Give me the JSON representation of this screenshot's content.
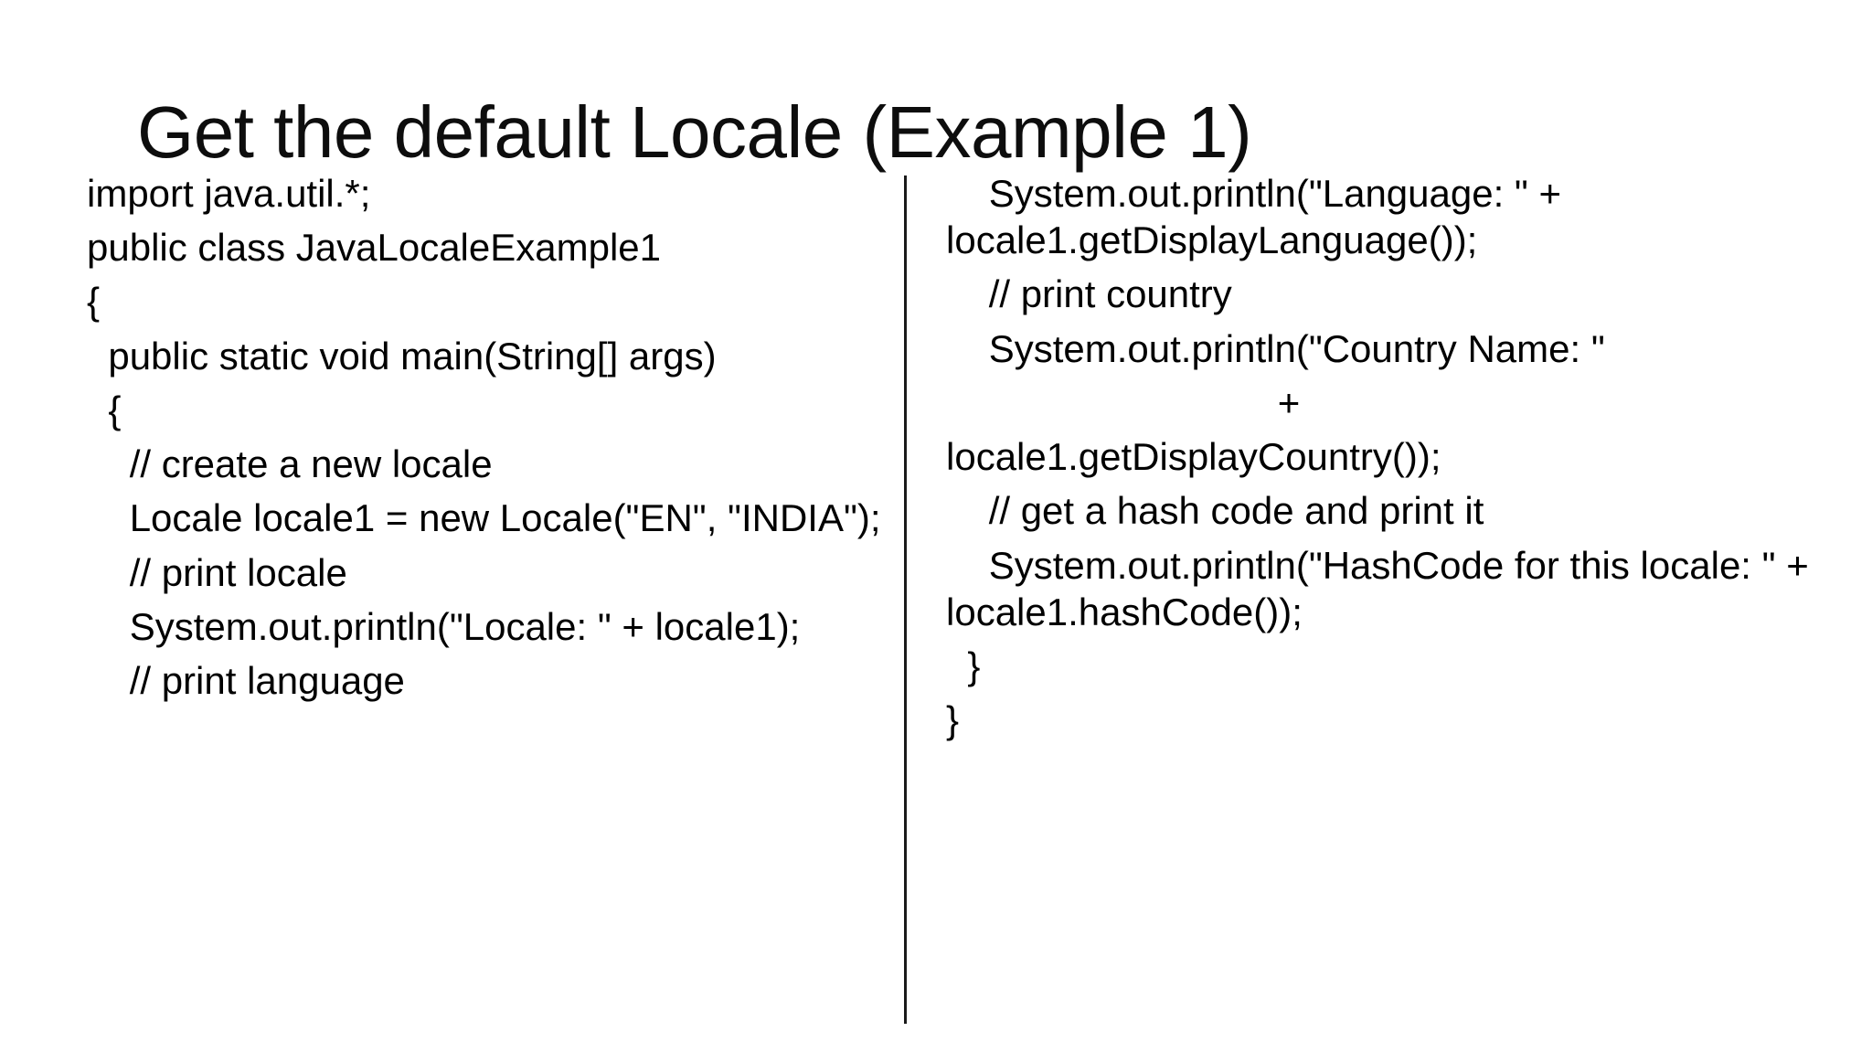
{
  "slide": {
    "title": "Get the default Locale (Example 1)",
    "background_color": "#ffffff",
    "text_color": "#000000",
    "divider_color": "#1a1a1a"
  },
  "code": {
    "left_column": [
      {
        "indent": "",
        "text": "import java.util.*;"
      },
      {
        "indent": "",
        "text": "public class JavaLocaleExample1"
      },
      {
        "indent": "",
        "text": "{"
      },
      {
        "indent": "  ",
        "text": "public static void main(String[] args)"
      },
      {
        "indent": "  ",
        "text": "{"
      },
      {
        "indent": "    ",
        "text": "// create a new locale"
      },
      {
        "indent": "    ",
        "text": "Locale locale1 = new Locale(\"EN\", \"INDIA\");"
      },
      {
        "indent": "    ",
        "text": "// print locale"
      },
      {
        "indent": "    ",
        "text": "System.out.println(\"Locale: \" + locale1);"
      },
      {
        "indent": "    ",
        "text": "// print language"
      }
    ],
    "right_column": [
      {
        "indent": "    ",
        "text": "System.out.println(\"Language: \" + locale1.getDisplayLanguage());"
      },
      {
        "indent": "    ",
        "text": "// print country"
      },
      {
        "indent": "    ",
        "text": "System.out.println(\"Country Name: \""
      },
      {
        "indent": "",
        "text": "+",
        "centered": true
      },
      {
        "indent": "",
        "text": "locale1.getDisplayCountry());"
      },
      {
        "indent": "    ",
        "text": "// get a hash code and print it"
      },
      {
        "indent": "    ",
        "text": "System.out.println(\"HashCode for this locale: \" + locale1.hashCode());"
      },
      {
        "indent": "  ",
        "text": "}"
      },
      {
        "indent": "",
        "text": "}"
      }
    ]
  }
}
